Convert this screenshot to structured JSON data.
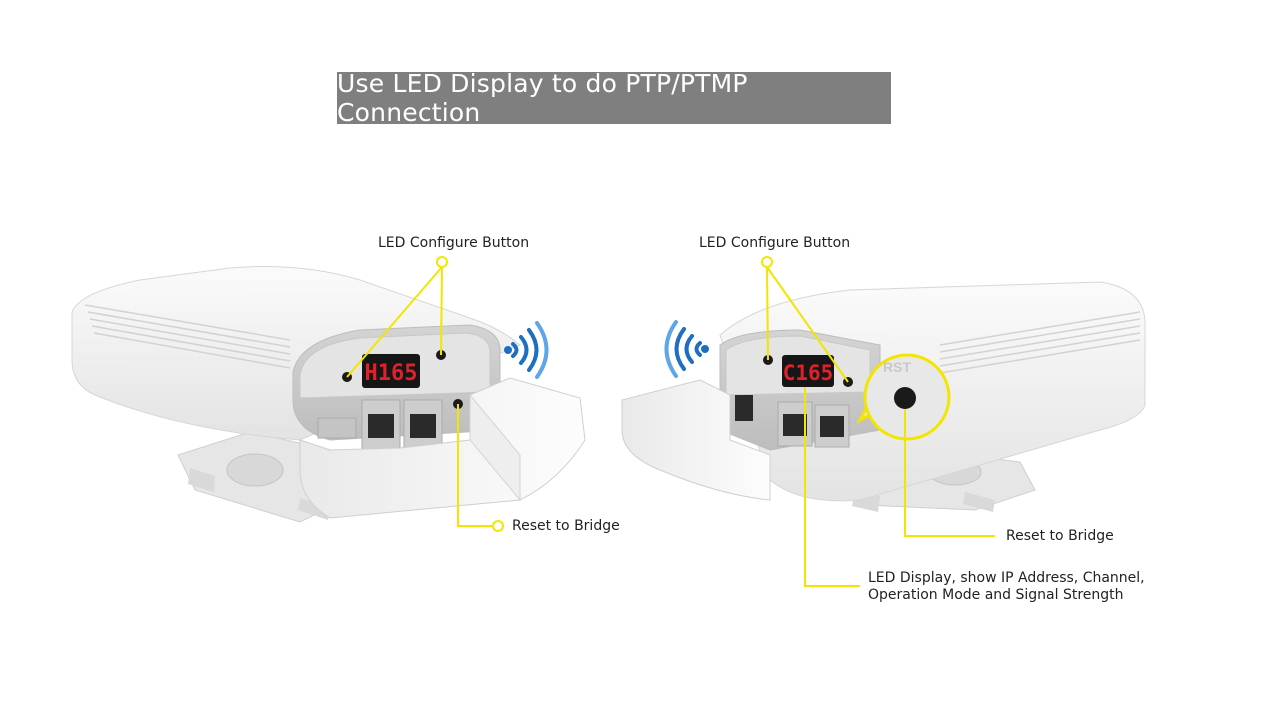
{
  "title": "Use LED Display to do PTP/PTMP Connection",
  "left_device": {
    "led_display": "H165",
    "callouts": {
      "config_button": "LED Configure Button",
      "reset": "Reset to Bridge"
    }
  },
  "right_device": {
    "led_display": "C165",
    "rst_label": "RST",
    "callouts": {
      "config_button": "LED Configure Button",
      "reset": "Reset to Bridge",
      "led_line1": "LED Display, show IP Address, Channel,",
      "led_line2": "Operation Mode and Signal Strength"
    }
  },
  "colors": {
    "callout": "#f2e600",
    "wifi": "#1f6fc0",
    "led_red": "#e0212a",
    "banner": "#7f7f7f"
  }
}
